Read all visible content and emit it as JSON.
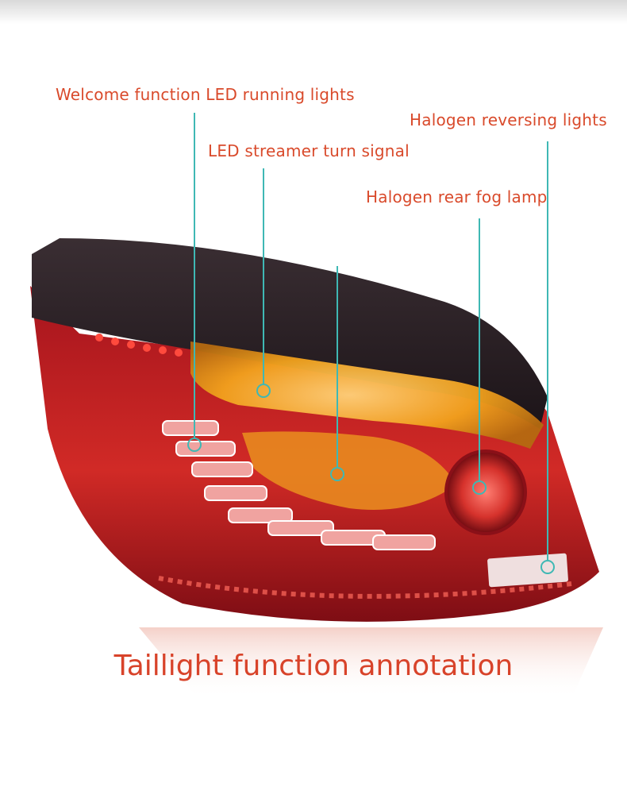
{
  "labels": {
    "welcome": "Welcome function LED running lights",
    "reversing": "Halogen reversing lights",
    "streamer": "LED streamer turn signal",
    "fog": "Halogen rear fog lamp"
  },
  "caption": "Taillight function annotation",
  "colors": {
    "label_text": "#d94a2b",
    "caption_text": "#d8432a",
    "leader_line": "#3fb8b4",
    "housing_dark": "#231a1e",
    "lens_red": "#c21f22",
    "amber": "#f4a520"
  }
}
